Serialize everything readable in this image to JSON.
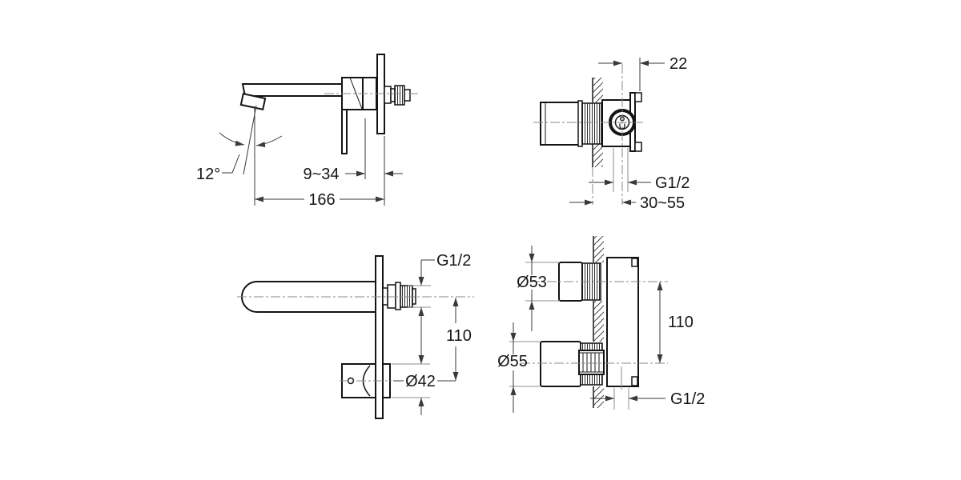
{
  "drawing": {
    "views": {
      "spout_side": {
        "angle": "12°",
        "wall_depth_range": "9~34",
        "spout_length": "166"
      },
      "valve_side": {
        "center_offset": "22",
        "outlet_thread": "G1/2",
        "install_depth_range": "30~55"
      },
      "spout_top": {
        "inlet_thread": "G1/2",
        "center_spacing": "110",
        "handle_diameter": "Ø42"
      },
      "valve_back": {
        "upper_diameter": "Ø53",
        "lower_diameter": "Ø55",
        "center_spacing": "110",
        "inlet_thread": "G1/2"
      }
    },
    "colors": {
      "outline": "#141414",
      "dimension": "#3a3a3a",
      "centerline": "#8a8a8a",
      "background": "#ffffff"
    }
  }
}
